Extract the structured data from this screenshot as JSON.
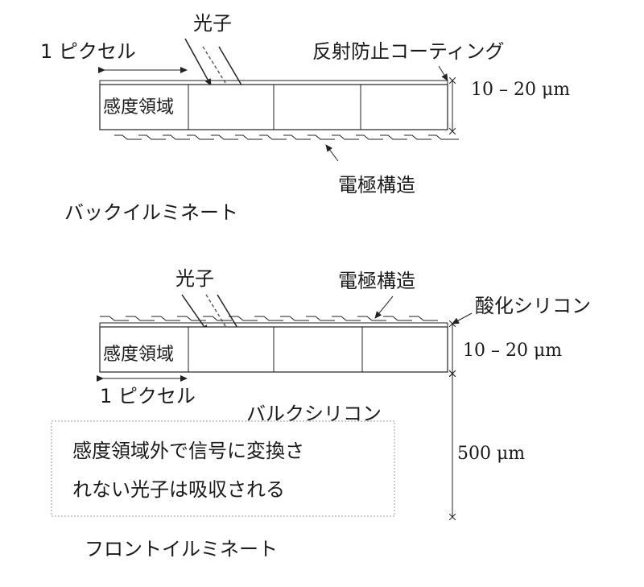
{
  "back": {
    "pixel_label": "1 ピクセル",
    "photon_label": "光子",
    "coating_label": "反射防止コーティング",
    "thickness_label": "10 – 20 μm",
    "sensitive_label": "感度領域",
    "electrode_label": "電極構造",
    "title": "バックイルミネート"
  },
  "front": {
    "photon_label": "光子",
    "electrode_label": "電極構造",
    "oxide_label": "酸化シリコン",
    "thickness_label": "10 – 20 μm",
    "sensitive_label": "感度領域",
    "pixel_label": "1 ピクセル",
    "bulk_label": "バルクシリコン",
    "note_line1": "感度領域外で信号に変換さ",
    "note_line2": "れない光子は吸収される",
    "bulk_thickness_label": "500 μm",
    "title": "フロントイルミネート"
  },
  "colors": {
    "ink": "#1a1a1a",
    "paper": "#ffffff"
  }
}
